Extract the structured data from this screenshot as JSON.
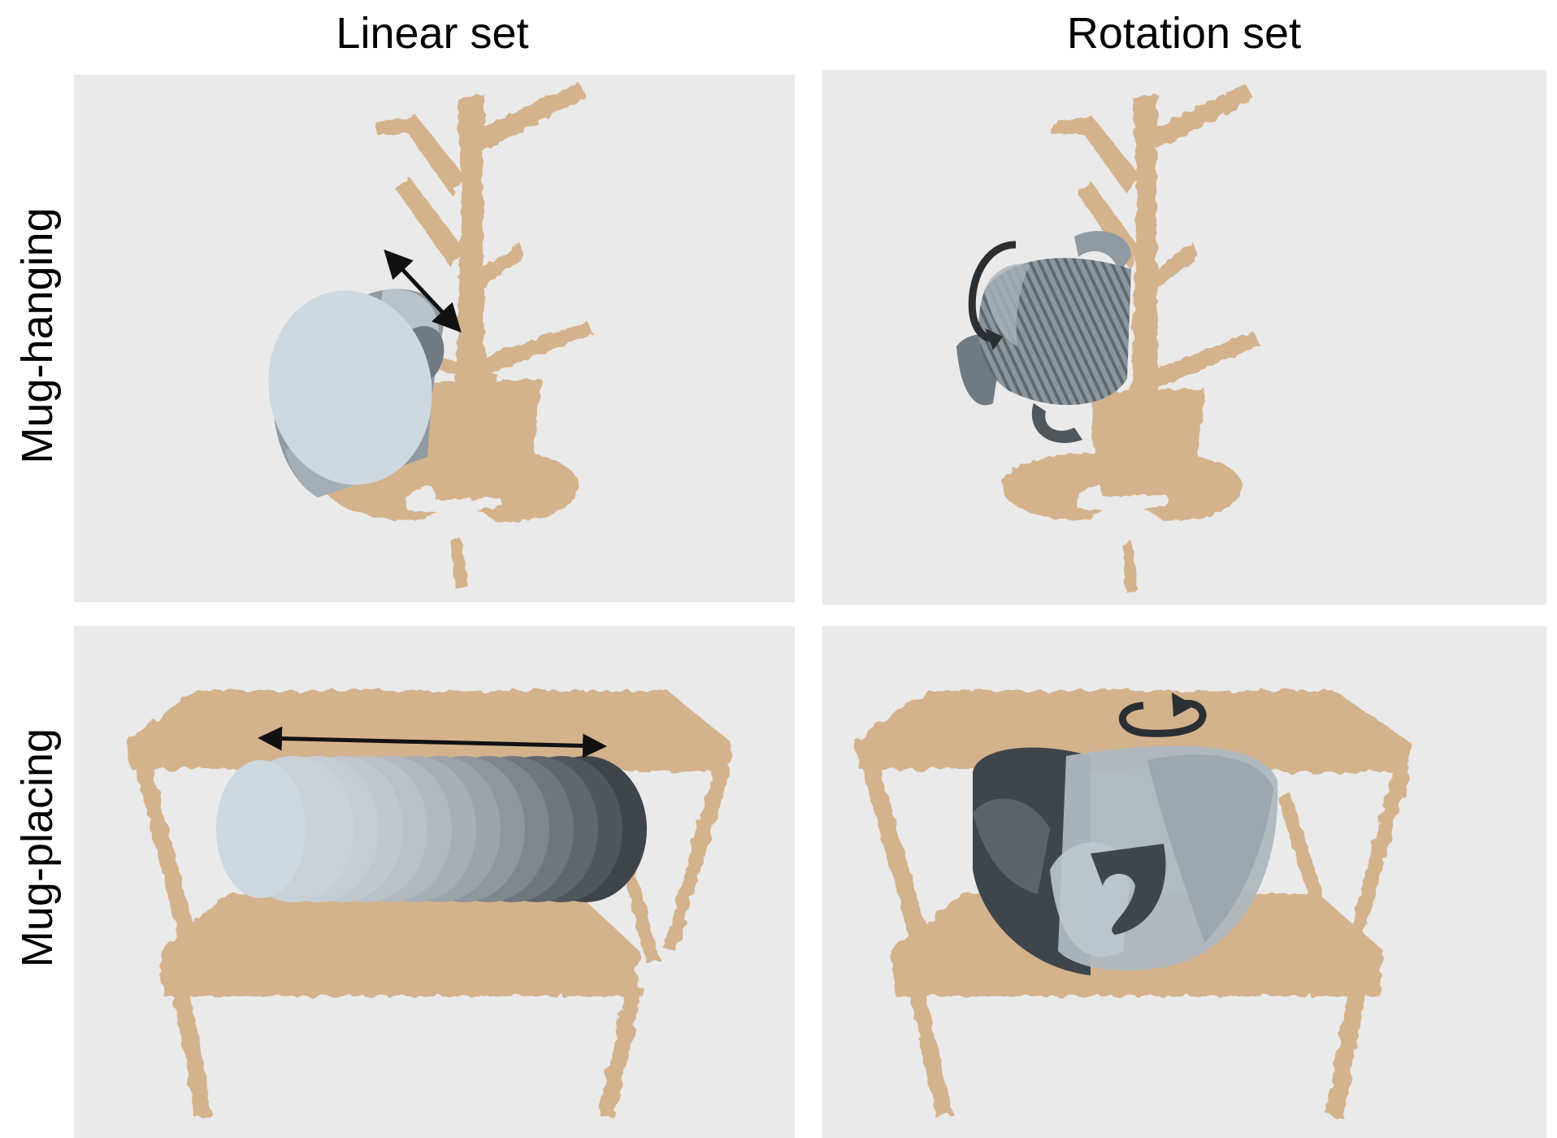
{
  "headers": {
    "linear": "Linear set",
    "rotation": "Rotation set"
  },
  "rows": {
    "hanging": "Mug-hanging",
    "placing": "Mug-placing"
  },
  "colors": {
    "background": "#eaeaea",
    "point_cloud": "#d4b28c",
    "mug_light": "#cdd8e0",
    "mug_mid": "#8f9aa3",
    "mug_dark": "#3f464b",
    "arrow": "#111111"
  },
  "icons": {
    "linear_arrow": "double-arrow-icon",
    "rotation_arrow": "circular-arrow-icon"
  }
}
